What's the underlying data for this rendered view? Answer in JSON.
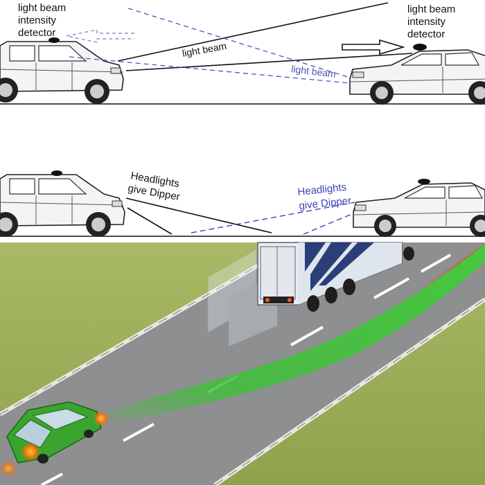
{
  "top_panel": {
    "left_detector_label": [
      "light beam",
      "intensity",
      "detector"
    ],
    "right_detector_label": [
      "light beam",
      "intensity",
      "detector"
    ],
    "beam_label_black": "light beam",
    "beam_label_blue": "light beam"
  },
  "middle_panel": {
    "left_headlights_label": [
      "Headlights",
      "give Dipper"
    ],
    "right_headlights_label": [
      "Headlights",
      "give Dipper"
    ]
  },
  "colors": {
    "black_beam": "#1a1a1a",
    "blue_beam": "#4b55b8",
    "grass": "#9cae57",
    "road": "#8e8f90",
    "path_green": "#3fbf3a",
    "car_green": "#3aa52e",
    "truck_stripe": "#2a3f7a"
  }
}
